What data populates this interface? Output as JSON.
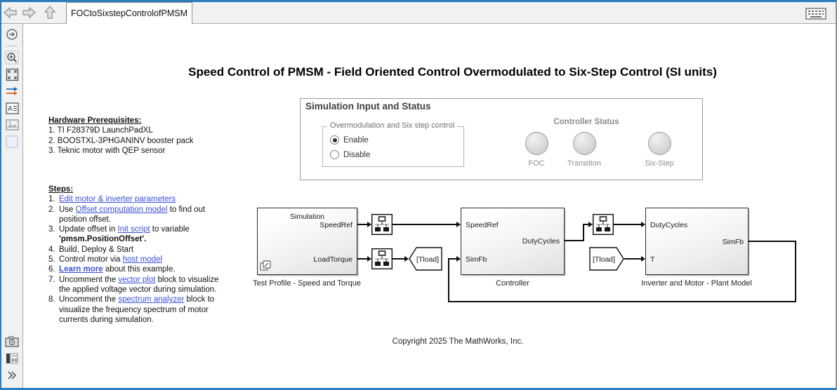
{
  "window": {
    "tab_title": "FOCtoSixstepControlofPMSM"
  },
  "canvas": {
    "title": "Speed Control of PMSM - Field Oriented Control Overmodulated to Six-Step Control (SI units)",
    "copyright": "Copyright 2025 The MathWorks, Inc."
  },
  "hardware": {
    "heading": "Hardware Prerequisites:",
    "items": [
      "1. TI F28379D LaunchPadXL",
      "2. BOOSTXL-3PHGANINV booster pack",
      "3. Teknic motor with QEP sensor"
    ]
  },
  "steps": {
    "heading": "Steps:",
    "items": [
      {
        "num": "1.",
        "pre": "",
        "link": "Edit motor & inverter parameters",
        "post": ""
      },
      {
        "num": "2.",
        "pre": "Use ",
        "link": "Offset computation model",
        "post": " to find out position offset."
      },
      {
        "num": "3.",
        "pre": "Update offset in ",
        "link": "Init script",
        "post": " to variable ",
        "bold": "'pmsm.PositionOffset'."
      },
      {
        "num": "4.",
        "pre": "Build, Deploy & Start",
        "link": "",
        "post": ""
      },
      {
        "num": "5.",
        "pre": "Control motor via ",
        "link": "host model",
        "post": ""
      },
      {
        "num": "6.",
        "pre": "",
        "link": "Learn more",
        "post": " about this example."
      },
      {
        "num": "7.",
        "pre": "Uncomment the ",
        "link": "vector plot",
        "post": " block to visualize the applied voltage vector during simulation."
      },
      {
        "num": "8.",
        "pre": "Uncomment the ",
        "link": "spectrum analyzer",
        "post": " block to visualize the frequency spectrum of motor currents during simulation."
      }
    ]
  },
  "panel": {
    "title": "Simulation Input and Status",
    "group_label": "Overmodulation and Six step control",
    "radio_enable": "Enable",
    "radio_disable": "Disable",
    "selected": "Enable",
    "status_title": "Controller Status",
    "lamps": [
      "FOC",
      "Transition",
      "Six-Step"
    ],
    "lamp_color": "#d9d9d9"
  },
  "diagram": {
    "test_profile": {
      "inner_title": "Simulation",
      "out_speedref": "SpeedRef",
      "out_loadtorque": "LoadTorque",
      "caption": "Test Profile - Speed and Torque"
    },
    "controller": {
      "in_speedref": "SpeedRef",
      "in_simfb": "SimFb",
      "out_dutycycles": "DutyCycles",
      "caption": "Controller"
    },
    "plant": {
      "in_dutycycles": "DutyCycles",
      "in_t": "T",
      "out_simfb": "SimFb",
      "caption": "Inverter and Motor - Plant Model"
    },
    "goto_tag": "[Tload]",
    "from_tag": "[Tload]"
  }
}
